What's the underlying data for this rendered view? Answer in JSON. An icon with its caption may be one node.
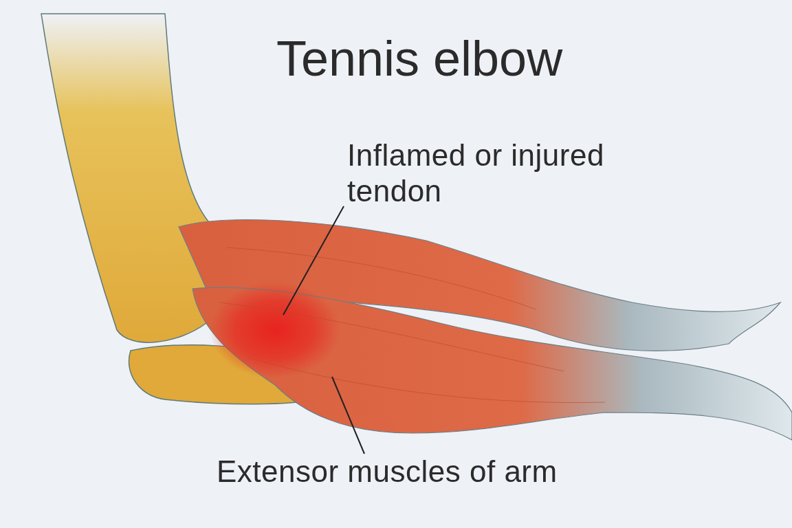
{
  "diagram": {
    "title": "Tennis elbow",
    "nodes": [
      {
        "text": [
          "Inflamed or injured tendon"
        ]
      },
      {
        "text": [
          "Extensor muscles of arm"
        ]
      }
    ],
    "edges": [
      {
        "from": 0,
        "to": null,
        "arrow": "none"
      },
      {
        "from": 1,
        "to": null,
        "arrow": "none"
      }
    ]
  }
}
